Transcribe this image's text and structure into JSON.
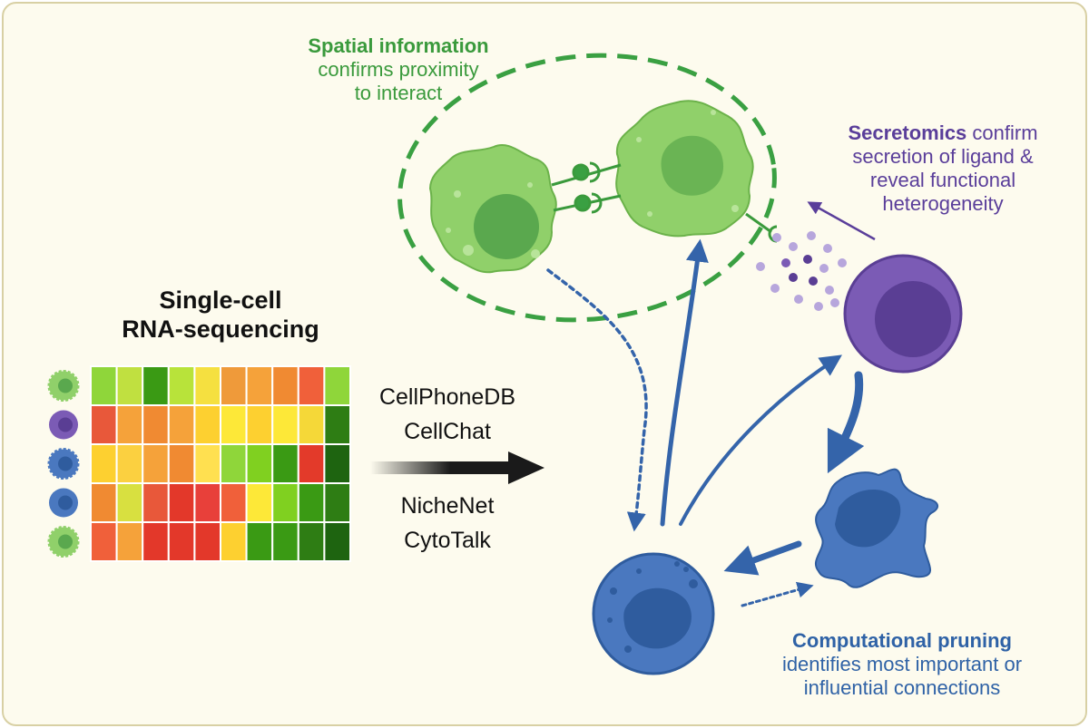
{
  "scrna": {
    "title_line1": "Single-cell",
    "title_line2": "RNA-sequencing"
  },
  "tools": {
    "line1": "CellPhoneDB",
    "line2": "CellChat",
    "line3": "NicheNet",
    "line4": "CytoTalk"
  },
  "spatial": {
    "bold": "Spatial information",
    "line2": "confirms proximity",
    "line3": "to interact",
    "color": "#3a9a3c"
  },
  "secretomics": {
    "bold": "Secretomics",
    "rest1": " confirm",
    "line2": "secretion of ligand &",
    "line3": "reveal functional",
    "line4": "heterogeneity",
    "color": "#5a3e9a"
  },
  "pruning": {
    "bold": "Computational pruning",
    "line2": "identifies most important or",
    "line3": "influential connections",
    "color": "#2f62a6"
  },
  "heatmap": {
    "row_cells": [
      "green-cell-icon",
      "purple-cell-icon",
      "dendritic-cell-icon",
      "blue-cell-icon",
      "green-cell-icon"
    ],
    "rows": [
      [
        "#8fd63a",
        "#c0e040",
        "#3a9a14",
        "#b8e33a",
        "#f5e040",
        "#ef9a3a",
        "#f5a23a",
        "#f08a32",
        "#f0603a",
        "#8fd63a"
      ],
      [
        "#e8583a",
        "#f5a23a",
        "#f08a32",
        "#f5a23a",
        "#fdd030",
        "#fde838",
        "#fdd030",
        "#fde838",
        "#f5d838",
        "#2e7d14"
      ],
      [
        "#fdd030",
        "#fbd040",
        "#f5a23a",
        "#f08a32",
        "#ffe050",
        "#8fd63a",
        "#80d020",
        "#3a9a14",
        "#e33a2a",
        "#1e6410"
      ],
      [
        "#f08a32",
        "#d8e040",
        "#e8583a",
        "#e3382a",
        "#e8403a",
        "#f0603a",
        "#fde838",
        "#80d020",
        "#3a9a14",
        "#2e7d14"
      ],
      [
        "#f0603a",
        "#f5a23a",
        "#e3382a",
        "#e3382a",
        "#e3382a",
        "#fdd030",
        "#3a9a14",
        "#3a9a14",
        "#2e7d14",
        "#1e6410"
      ]
    ]
  },
  "colors": {
    "green_cell": "#8fcf6a",
    "green_nucleus": "#5aa84e",
    "purple_cell": "#7b5bb5",
    "purple_nucleus": "#5a3e94",
    "blue_cell": "#4a78bf",
    "blue_nucleus": "#2f5c9e",
    "arrow_blue": "#3464aa",
    "arrow_black": "#1a1a1a",
    "dash_green": "#3aa042"
  }
}
